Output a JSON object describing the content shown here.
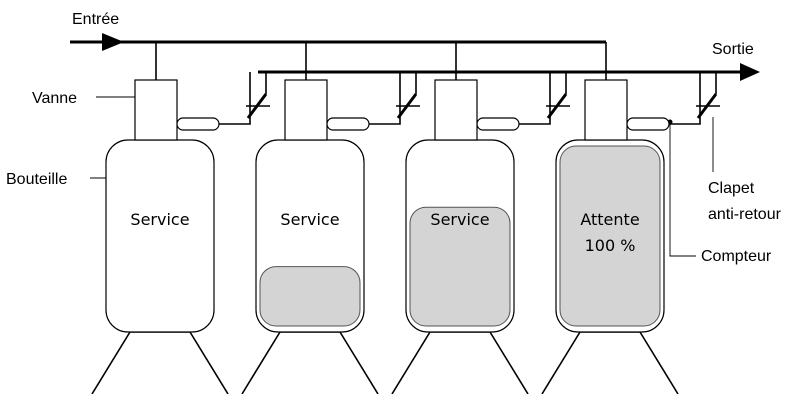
{
  "labels": {
    "entree": "Entrée",
    "sortie": "Sortie",
    "vanne": "Vanne",
    "bouteille": "Bouteille",
    "clapet_line1": "Clapet",
    "clapet_line2": "anti-retour",
    "compteur": "Compteur"
  },
  "bottles": [
    {
      "label_lines": [
        "Service"
      ],
      "fill_level": 0.0
    },
    {
      "label_lines": [
        "Service"
      ],
      "fill_level": 0.33
    },
    {
      "label_lines": [
        "Service"
      ],
      "fill_level": 0.66
    },
    {
      "label_lines": [
        "Attente",
        "100 %"
      ],
      "fill_level": 1.0
    }
  ],
  "colors": {
    "line": "#000000",
    "fill_gray": "#d4d4d4",
    "background": "#ffffff"
  }
}
